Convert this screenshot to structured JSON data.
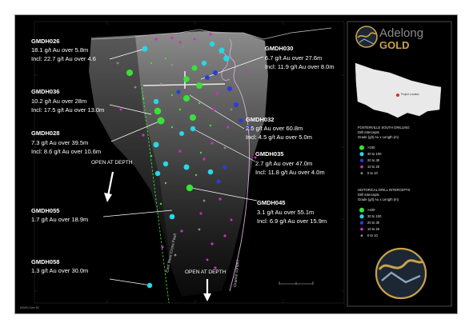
{
  "brand": {
    "name": "Adelong",
    "sub": "GOLD",
    "map_label": "Project Location",
    "colors": {
      "gold": "#c9a24a",
      "grey": "#8a8a8a",
      "navy": "#1c2733"
    }
  },
  "callouts": [
    {
      "id": "gmdh026",
      "title": "GMDH026",
      "lines": [
        "18.1 g/t Au over 5.8m",
        "Incl: 22.7 g/t Au over 4.6"
      ]
    },
    {
      "id": "gmdh036",
      "title": "GMDH036",
      "lines": [
        "10.2 g/t Au over 28m",
        "Incl: 17.5 g/t Au over 13.0m"
      ]
    },
    {
      "id": "gmdh028",
      "title": "GMDH028",
      "lines": [
        "7.3 g/t Au over 39.5m",
        "Incl: 8.6 g/t Au over 10.6m"
      ]
    },
    {
      "id": "gmdh055",
      "title": "GMDH055",
      "lines": [
        "1.7 g/t Au over 18.9m"
      ]
    },
    {
      "id": "gmdh058",
      "title": "GMDH058",
      "lines": [
        "1.3 g/t Au over 30.0m"
      ]
    },
    {
      "id": "gmdh030",
      "title": "GMDH030",
      "lines": [
        "6.7 g/t Au over 27.6m",
        "Incl: 11.9 g/t Au over 8.0m"
      ]
    },
    {
      "id": "gmdh032",
      "title": "GMDH032",
      "lines": [
        "2.5 g/t Au over 60.8m",
        "Incl: 4.5 g/t Au over 5.0m"
      ]
    },
    {
      "id": "gmdh035",
      "title": "GMDH035",
      "lines": [
        "2.7 g/t Au over 47.0m",
        "Incl: 11.8 g/t Au over 4.0m"
      ]
    },
    {
      "id": "gmdh045",
      "title": "GMDH045",
      "lines": [
        "3.1 g/t Au over 55.1m",
        "Incl: 6.9 g/t Au over 15.9m"
      ]
    }
  ],
  "open_at_depth": "OPEN AT DEPTH",
  "fault_label": "East West Cross Fault",
  "contact_label": "Granite contact",
  "zone_label": "MGA94 Zone 55",
  "legend_fs": {
    "title": "FOSTERVILLE SOUTH DRILLING",
    "subtitle": "Drill Intercepts",
    "units": "Grade (g/t) Au x Length (m)",
    "items": [
      {
        "label": ">100",
        "color": "#37e337"
      },
      {
        "label": "30 to 100",
        "color": "#27d8e6"
      },
      {
        "label": "20 to 30",
        "color": "#2a3cd8"
      },
      {
        "label": "10 to 20",
        "color": "#d828c8"
      },
      {
        "label": "0 to 10",
        "color": "#8a8a8a"
      }
    ]
  },
  "legend_hist": {
    "title": "HISTORICAL DRILL INTERCEPTS",
    "subtitle": "Drill Intercepts",
    "units": "Grade (g/t) Au x Length (m)",
    "items": [
      {
        "label": ">100",
        "color": "#37e337"
      },
      {
        "label": "30 to 100",
        "color": "#27d8e6"
      },
      {
        "label": "20 to 30",
        "color": "#2a3cd8"
      },
      {
        "label": "10 to 20",
        "color": "#d828c8"
      },
      {
        "label": "0 to 10",
        "color": "#8a8a8a"
      }
    ]
  },
  "intercept_colors": {
    "green": "#37e337",
    "cyan": "#27d8e6",
    "blue": "#2a3cd8",
    "magenta": "#d828c8",
    "grey": "#8a8a8a"
  }
}
